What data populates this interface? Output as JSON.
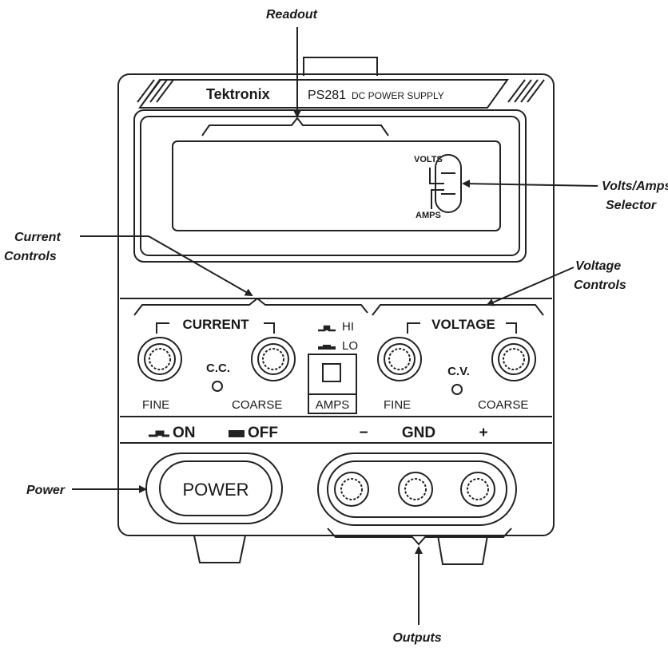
{
  "callouts": {
    "readout": "Readout",
    "volts_amps_line1": "Volts/Amps",
    "volts_amps_line2": "Selector",
    "current_line1": "Current",
    "current_line2": "Controls",
    "voltage_line1": "Voltage",
    "voltage_line2": "Controls",
    "power": "Power",
    "outputs": "Outputs"
  },
  "panel": {
    "brand": "Tektronix",
    "model": "PS281",
    "product": "DC POWER SUPPLY",
    "volts": "VOLTS",
    "amps_small": "AMPS",
    "current": "CURRENT",
    "voltage": "VOLTAGE",
    "hi": "HI",
    "lo": "LO",
    "cc": "C.C.",
    "cv": "C.V.",
    "fine_left": "FINE",
    "coarse_left": "COARSE",
    "amps_button": "AMPS",
    "fine_right": "FINE",
    "coarse_right": "COARSE",
    "on": "ON",
    "off": "OFF",
    "minus": "−",
    "gnd": "GND",
    "plus": "+",
    "power_button": "POWER"
  }
}
